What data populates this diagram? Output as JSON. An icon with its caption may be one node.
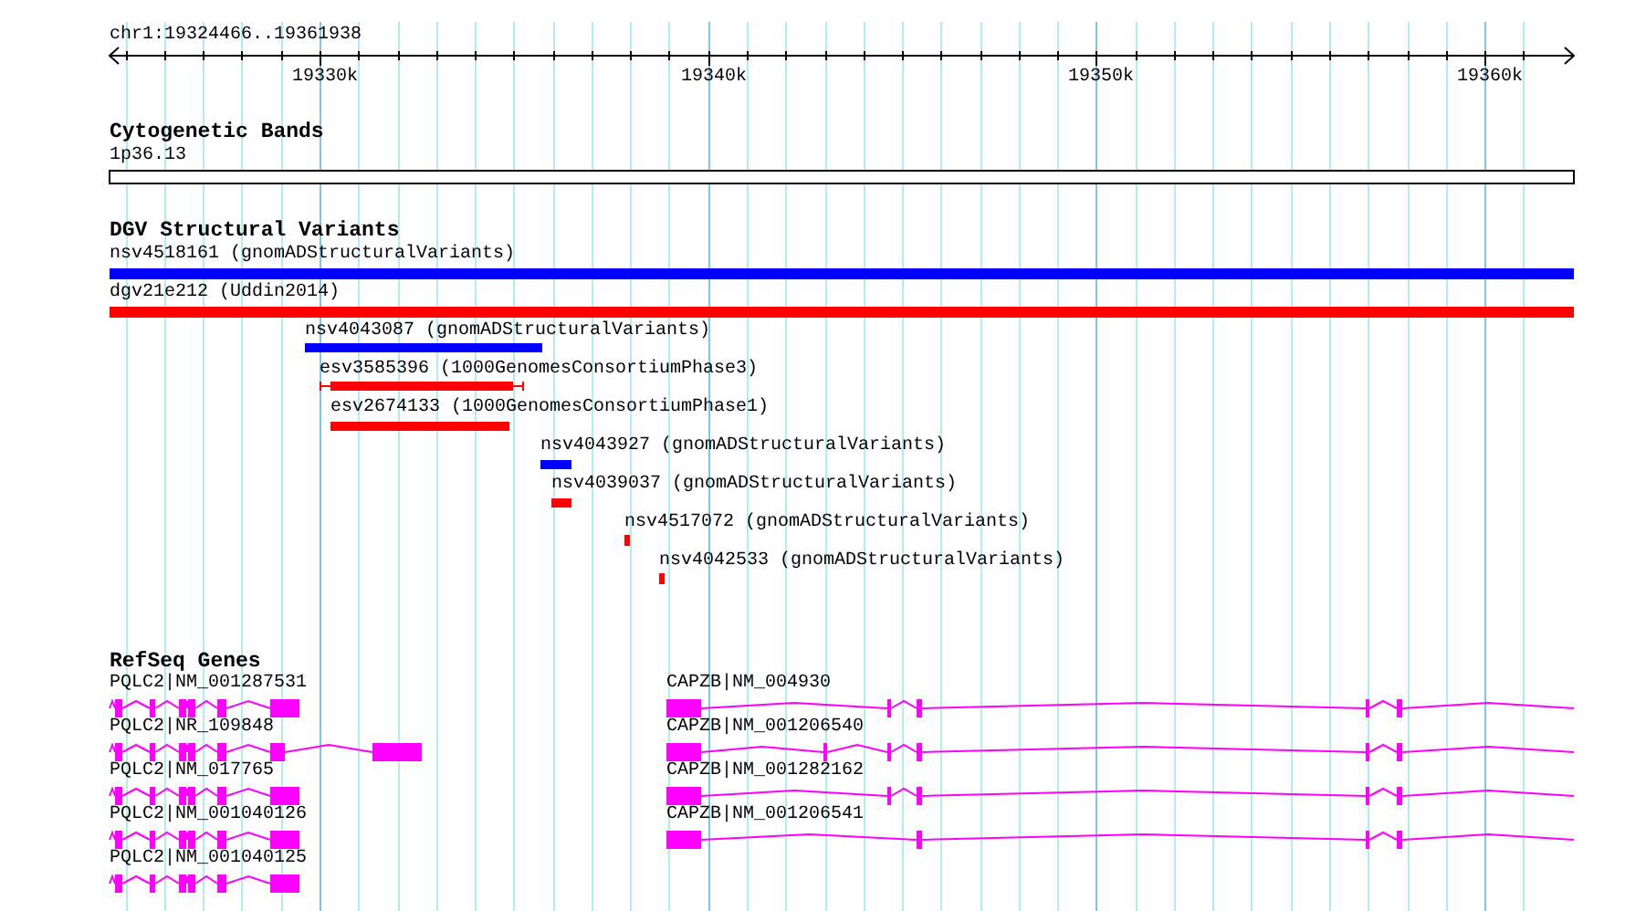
{
  "diagram": {
    "nodes": [
      {
        "text": [
          "nsv4518161 (gnomADStructuralVariants)"
        ]
      },
      {
        "text": [
          "dgv21e212 (Uddin2014)"
        ]
      },
      {
        "text": [
          "nsv4043087 (gnomADStructuralVariants)"
        ]
      },
      {
        "text": [
          "esv3585396 (1000GenomesConsortiumPhase3)"
        ]
      },
      {
        "text": [
          "esv2674133 (1000GenomesConsortiumPhase1)"
        ]
      },
      {
        "text": [
          "nsv4043927 (gnomADStructuralVariants)"
        ]
      },
      {
        "text": [
          "nsv4039037 (gnomADStructuralVariants)"
        ]
      },
      {
        "text": [
          "nsv4517072 (gnomADStructuralVariants)"
        ]
      },
      {
        "text": [
          "nsv4042533 (gnomADStructuralVariants)"
        ]
      },
      {
        "text": [
          "PQLC2|NM_001287531"
        ]
      },
      {
        "text": [
          "CAPZB|NM_004930"
        ]
      },
      {
        "text": [
          "PQLC2|NR_109848"
        ]
      },
      {
        "text": [
          "CAPZB|NM_001206540"
        ]
      },
      {
        "text": [
          "PQLC2|NM_017765"
        ]
      },
      {
        "text": [
          "CAPZB|NM_001282162"
        ]
      },
      {
        "text": [
          "PQLC2|NM_001040126"
        ]
      },
      {
        "text": [
          "CAPZB|NM_001206541"
        ]
      },
      {
        "text": [
          "PQLC2|NM_001040125"
        ]
      }
    ],
    "labels": [
      "chr1:19324466..19361938",
      "19330k",
      "19340k",
      "19350k",
      "19360k",
      "Cytogenetic Bands",
      "1p36.13",
      "DGV Structural Variants",
      "RefSeq Genes"
    ]
  }
}
